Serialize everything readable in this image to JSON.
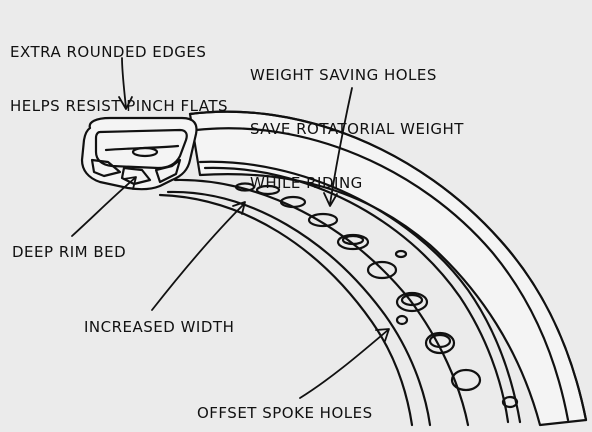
{
  "labels": {
    "edges": {
      "line1": "EXTRA ROUNDED EDGES",
      "line2": "HELPS RESIST PINCH FLATS"
    },
    "holes": {
      "line1": "WEIGHT SAVING HOLES",
      "line2": "SAVE ROTATORIAL WEIGHT",
      "line3": "WHILE RIDING"
    },
    "bed": "DEEP RIM BED",
    "width": "INCREASED WIDTH",
    "spoke": "OFFSET SPOKE HOLES"
  },
  "colors": {
    "background": "#ebebeb",
    "ink": "#111111",
    "rim_fill": "#f4f4f4"
  }
}
